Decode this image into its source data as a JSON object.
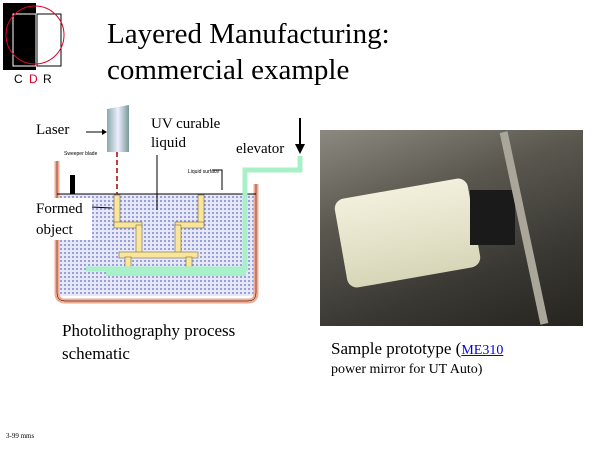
{
  "logo": {
    "letters": [
      "C",
      "D",
      "R"
    ],
    "colors": {
      "black": "#000000",
      "red": "#e0002a"
    }
  },
  "title": {
    "line1": "Layered Manufacturing:",
    "line2": "commercial example"
  },
  "diagram": {
    "labels": {
      "laser": "Laser",
      "uv": "UV curable",
      "uv2": "liquid",
      "elevator": "elevator",
      "formed": "Formed",
      "formed2": "object",
      "sweeper": "Sweeper blade",
      "surface": "Liquid surface"
    },
    "colors": {
      "tank": "#f5aa90",
      "liquid": "#c9cdee",
      "object": "#fbe59a",
      "elevator": "#a8f0c8"
    }
  },
  "left_caption": {
    "line1": "Photolithography process",
    "line2": "schematic"
  },
  "right_caption": {
    "prefix": "Sample prototype (",
    "link": "ME310",
    "line2": "power mirror for UT Auto)"
  },
  "footer": "3-99  mms"
}
